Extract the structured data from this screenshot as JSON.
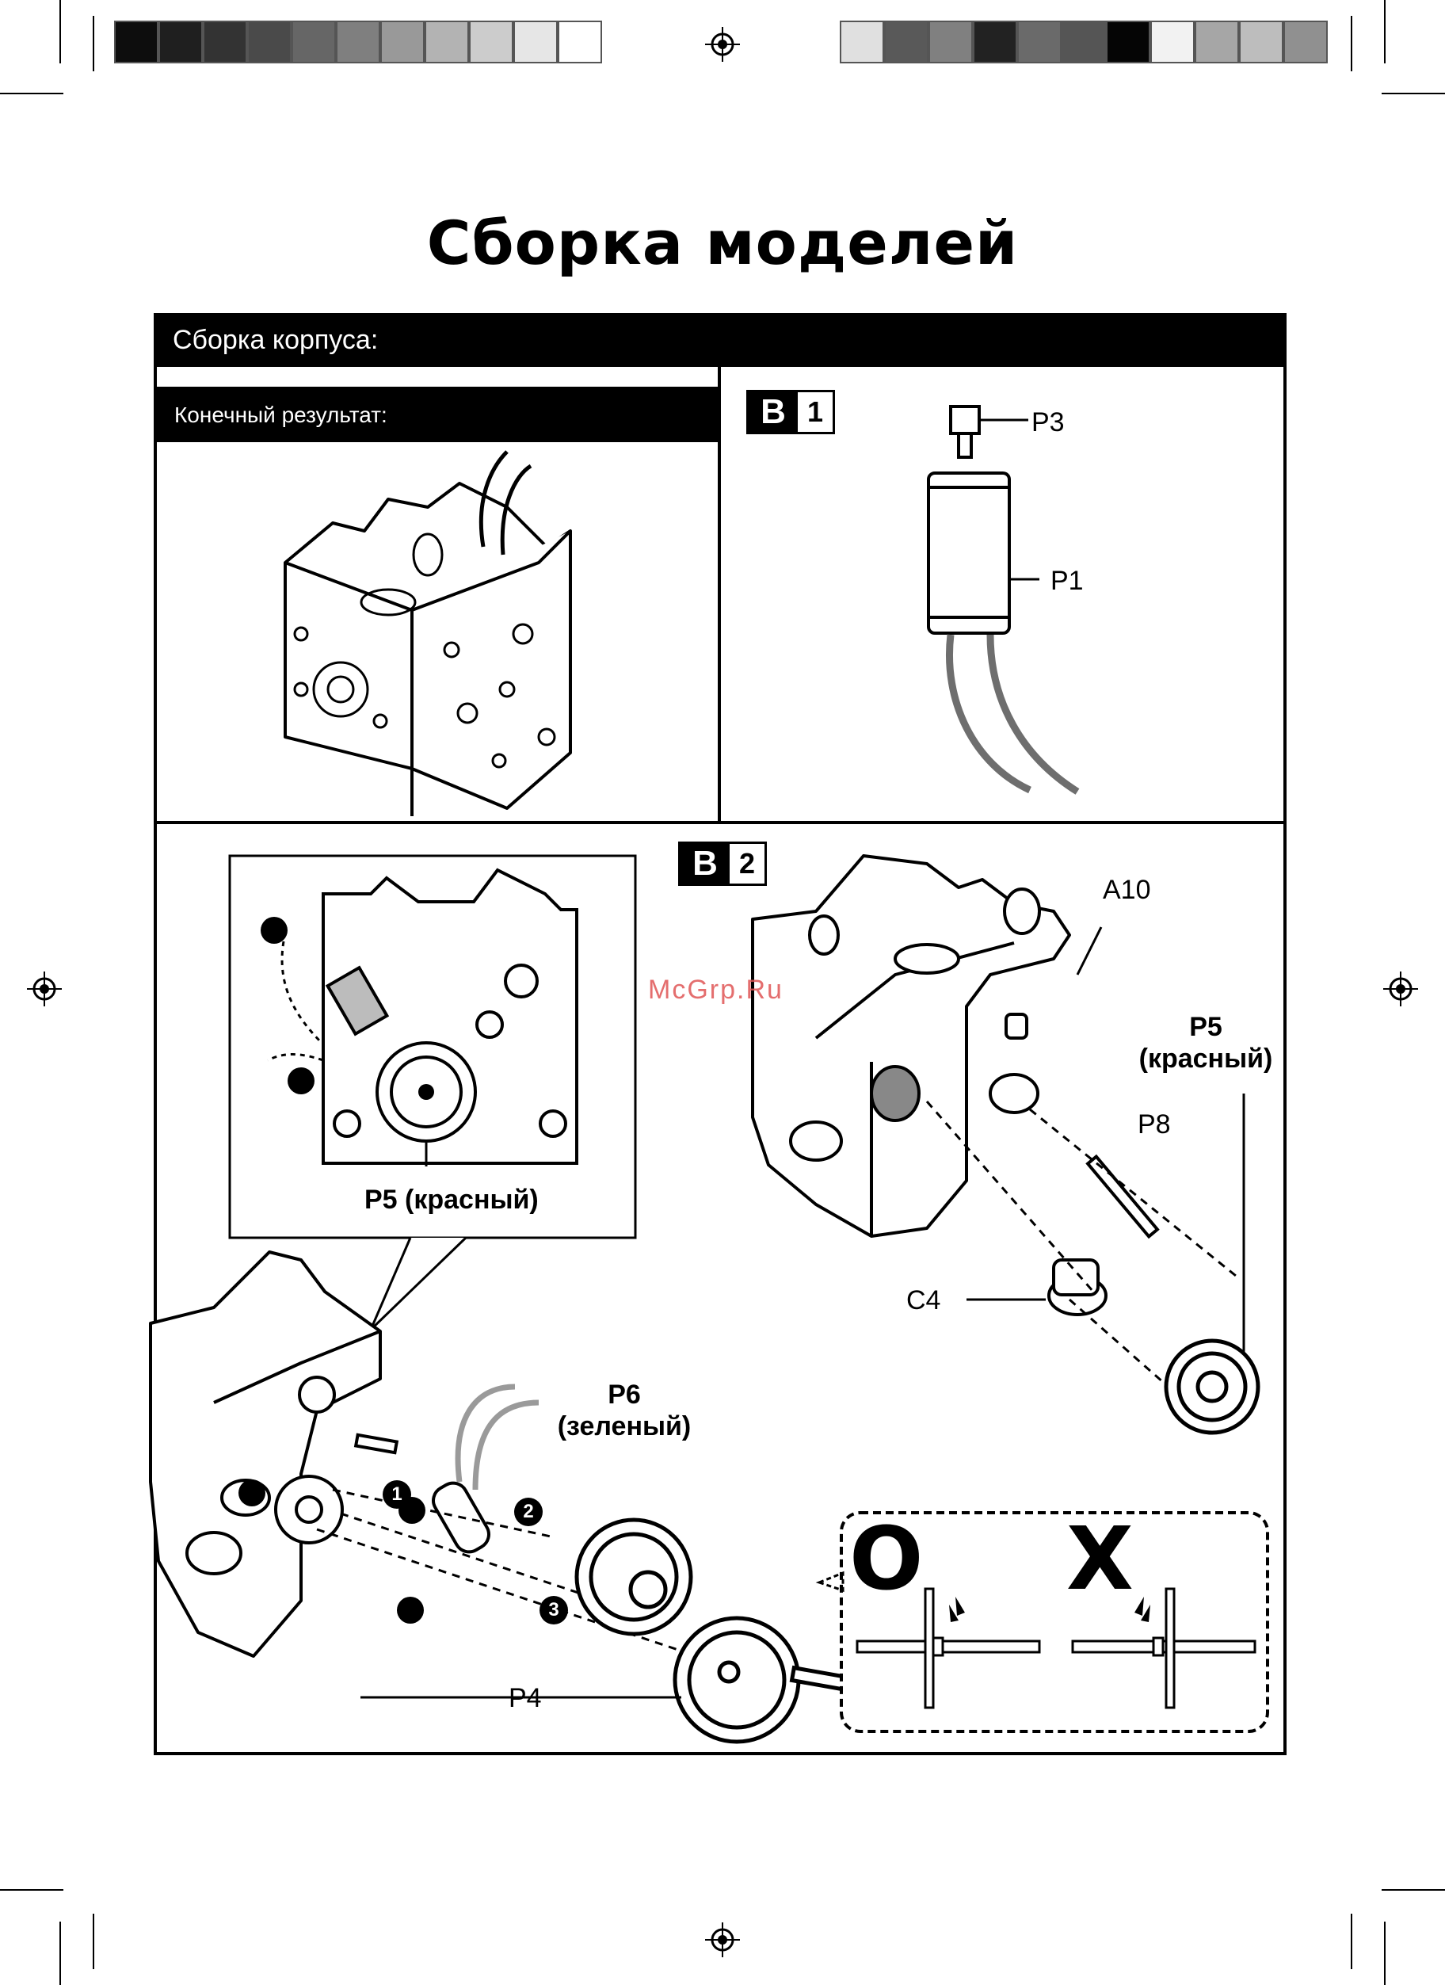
{
  "swatches_left": [
    "#0d0d0d",
    "#1f1f1f",
    "#333333",
    "#4a4a4a",
    "#666666",
    "#7f7f7f",
    "#999999",
    "#b3b3b3",
    "#cccccc",
    "#e6e6e6",
    "#ffffff"
  ],
  "swatches_right": [
    "#e0e0e0",
    "#595959",
    "#808080",
    "#222222",
    "#6a6a6a",
    "#555555",
    "#050505",
    "#f2f2f2",
    "#a6a6a6",
    "#bdbdbd",
    "#909090"
  ],
  "page_title": "Сборка моделей",
  "section": {
    "header": "Сборка корпуса:",
    "final_result_label": "Конечный результат:"
  },
  "step_b1": {
    "badge_letter": "B",
    "badge_number": "1",
    "parts": [
      "P3",
      "P1"
    ]
  },
  "step_b2": {
    "badge_letter": "B",
    "badge_number": "2",
    "inset_label": "P5 (красный)",
    "labels": {
      "a10": "A10",
      "p5_line1": "P5",
      "p5_line2": "(красный)",
      "p8": "P8",
      "c4": "C4",
      "p6_line1": "P6",
      "p6_line2": "(зеленый)",
      "p4": "P4"
    },
    "step_markers": [
      "1",
      "2",
      "3"
    ],
    "correct_sign": "O",
    "wrong_sign": "X"
  },
  "watermark": "McGrp.Ru"
}
